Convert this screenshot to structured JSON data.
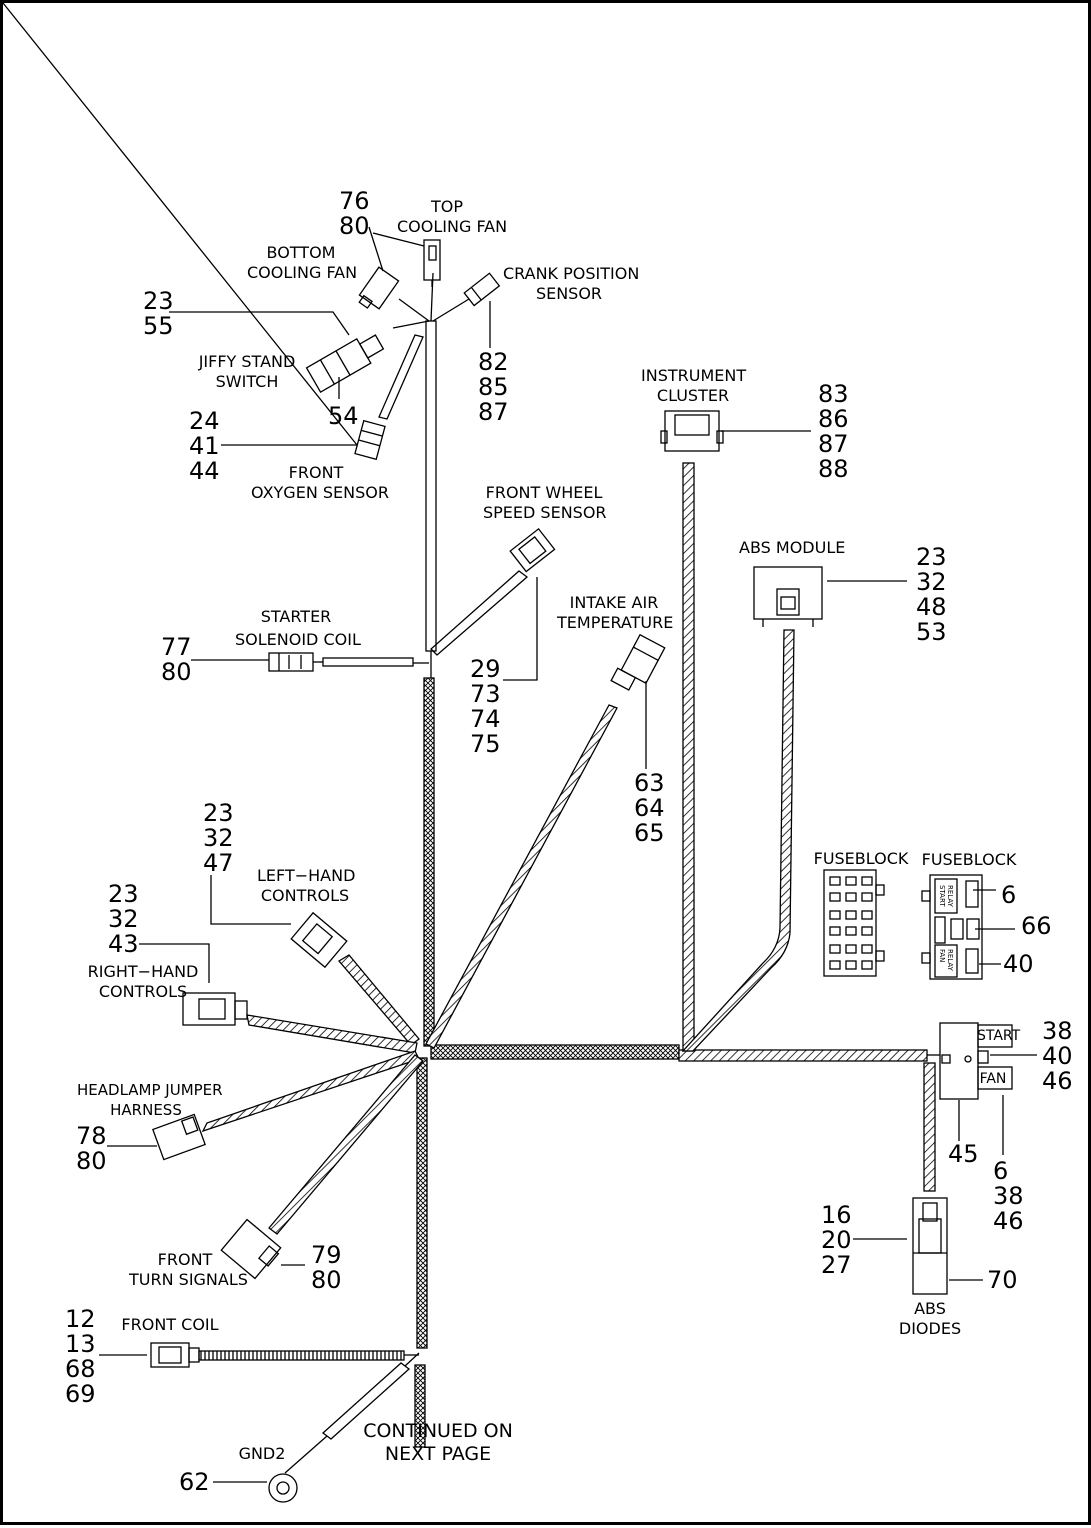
{
  "labels": {
    "top_cooling_fan": [
      "TOP",
      "COOLING FAN"
    ],
    "bottom_cooling_fan": [
      "BOTTOM",
      "COOLING FAN"
    ],
    "crank_position_sensor": [
      "CRANK POSITION",
      "SENSOR"
    ],
    "jiffy_stand_switch": [
      "JIFFY STAND",
      "SWITCH"
    ],
    "front_oxygen_sensor": [
      "FRONT",
      "OXYGEN SENSOR"
    ],
    "instrument_cluster": [
      "INSTRUMENT",
      "CLUSTER"
    ],
    "front_wheel_speed_sensor": [
      "FRONT WHEEL",
      "SPEED SENSOR"
    ],
    "abs_module": [
      "ABS MODULE"
    ],
    "starter_solenoid_coil": [
      "STARTER",
      "SOLENOID COIL"
    ],
    "intake_air_temperature": [
      "INTAKE AIR",
      "TEMPERATURE"
    ],
    "left_hand_controls": [
      "LEFT−HAND",
      "CONTROLS"
    ],
    "right_hand_controls": [
      "RIGHT−HAND",
      "CONTROLS"
    ],
    "fuseblock_1": [
      "FUSEBLOCK"
    ],
    "fuseblock_2": [
      "FUSEBLOCK"
    ],
    "headlamp_jumper_harness": [
      "HEADLAMP JUMPER",
      "HARNESS"
    ],
    "front_turn_signals": [
      "FRONT",
      "TURN SIGNALS"
    ],
    "front_coil": [
      "FRONT COIL"
    ],
    "gnd2": [
      "GND2"
    ],
    "continued": [
      "CONTINUED ON",
      "NEXT PAGE"
    ],
    "abs_diodes": [
      "ABS",
      "DIODES"
    ]
  },
  "relay_tags": {
    "start": "START",
    "fan": "FAN"
  },
  "callouts": {
    "top_fan": [
      "76",
      "80"
    ],
    "jiffy_upper": [
      "23",
      "55"
    ],
    "crank": [
      "82",
      "85",
      "87"
    ],
    "jiffy_lower": [
      "54"
    ],
    "oxygen": [
      "24",
      "41",
      "44"
    ],
    "instrument": [
      "83",
      "86",
      "87",
      "88"
    ],
    "abs_module": [
      "23",
      "32",
      "48",
      "53"
    ],
    "starter": [
      "77",
      "80"
    ],
    "wheel_speed": [
      "29",
      "73",
      "74",
      "75"
    ],
    "intake": [
      "63",
      "64",
      "65"
    ],
    "left_hand": [
      "23",
      "32",
      "47"
    ],
    "right_hand": [
      "23",
      "32",
      "43"
    ],
    "fuse_relay_start": [
      "6"
    ],
    "fuse_relay_mid": [
      "66"
    ],
    "fuse_relay_fan": [
      "40"
    ],
    "relay_block": [
      "38",
      "40",
      "46"
    ],
    "relay_lower_a": [
      "45"
    ],
    "relay_lower_b": [
      "6",
      "38",
      "46"
    ],
    "headlamp": [
      "78",
      "80"
    ],
    "turn_signals": [
      "79",
      "80"
    ],
    "abs_diode_conn": [
      "16",
      "20",
      "27"
    ],
    "abs_diode_body": [
      "70"
    ],
    "front_coil": [
      "12",
      "13",
      "68",
      "69"
    ],
    "gnd2": [
      "62"
    ]
  }
}
